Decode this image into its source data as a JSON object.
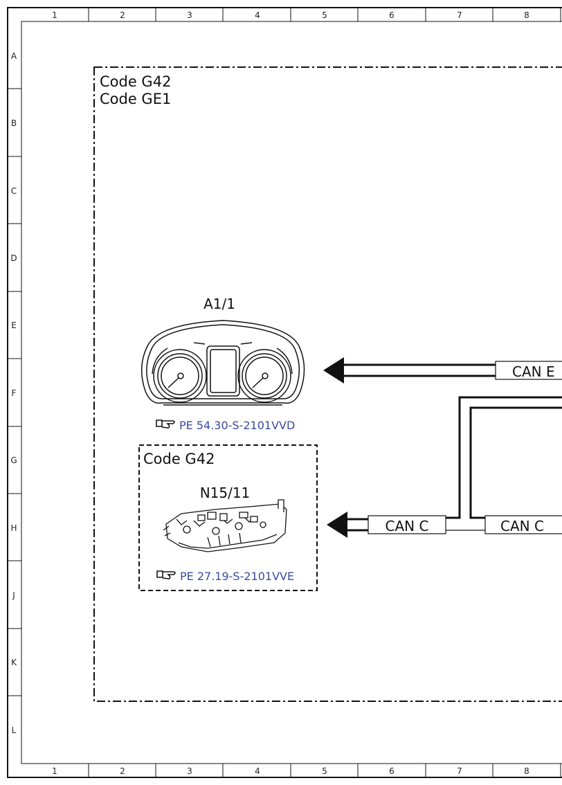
{
  "frame": {
    "columns": [
      "1",
      "2",
      "3",
      "4",
      "5",
      "6",
      "7",
      "8"
    ],
    "rows": [
      "A",
      "B",
      "C",
      "D",
      "E",
      "F",
      "G",
      "H",
      "J",
      "K",
      "L"
    ]
  },
  "outer_box": {
    "code_lines": [
      "Code G42",
      "Code GE1"
    ]
  },
  "components": {
    "instrument_cluster": {
      "id": "A1/1",
      "reference": "PE 54.30-S-2101VVD",
      "ref_icon": "pointing-hand-icon"
    },
    "control_unit": {
      "box_code": "Code G42",
      "id": "N15/11",
      "reference": "PE 27.19-S-2101VVE",
      "ref_icon": "pointing-hand-icon"
    }
  },
  "buses": {
    "bus_upper": "CAN E",
    "bus_lower_left": "CAN C",
    "bus_lower_right": "CAN C"
  },
  "colors": {
    "line": "#111111",
    "reference_text": "#3a4a9a",
    "background": "#ffffff"
  }
}
